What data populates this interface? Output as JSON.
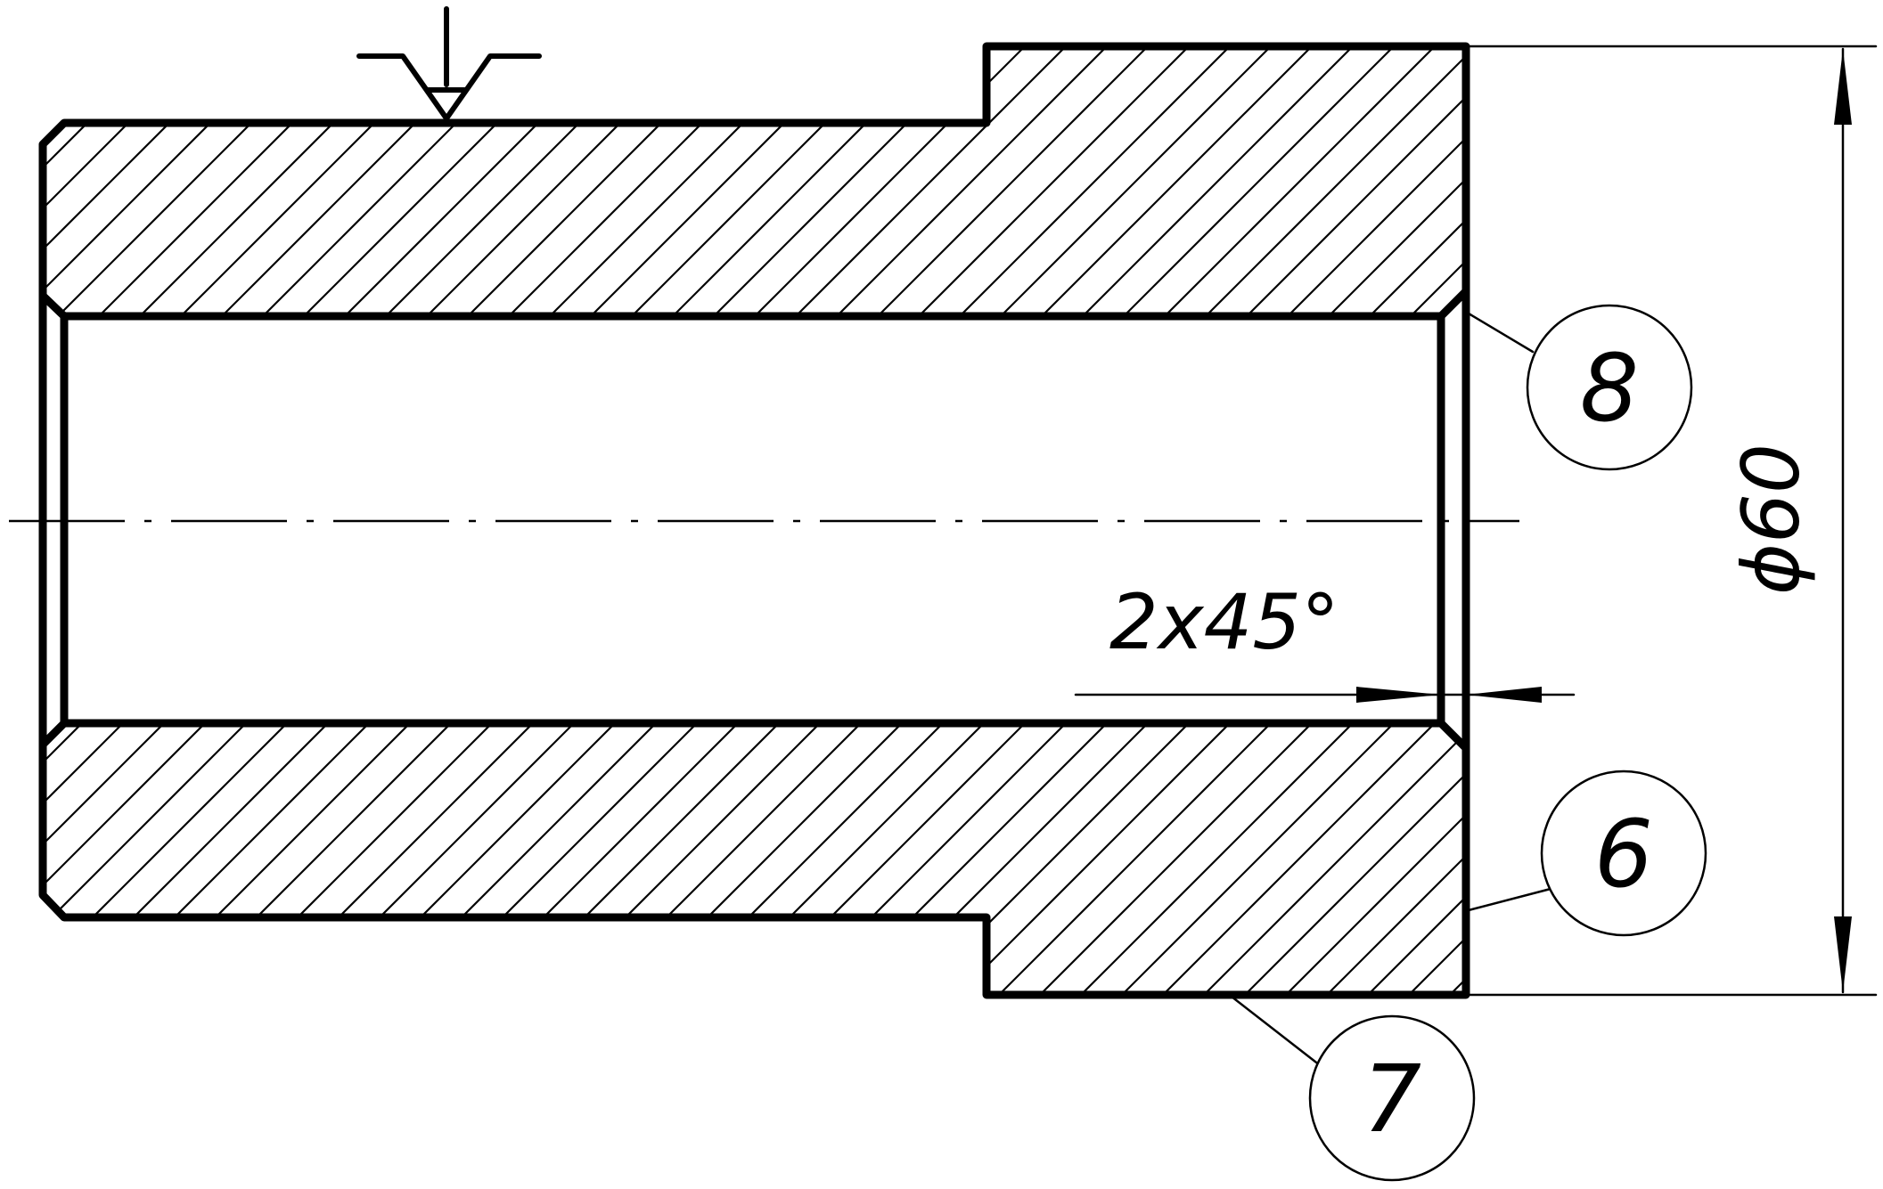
{
  "dimensions": {
    "diameter": "ϕ60",
    "chamfer": "2x45°"
  },
  "balloons": [
    {
      "id": "balloon-8",
      "label": "8"
    },
    {
      "id": "balloon-6",
      "label": "6"
    },
    {
      "id": "balloon-7",
      "label": "7"
    }
  ],
  "symbols": {
    "surface_finish": "surface-roughness-symbol"
  }
}
